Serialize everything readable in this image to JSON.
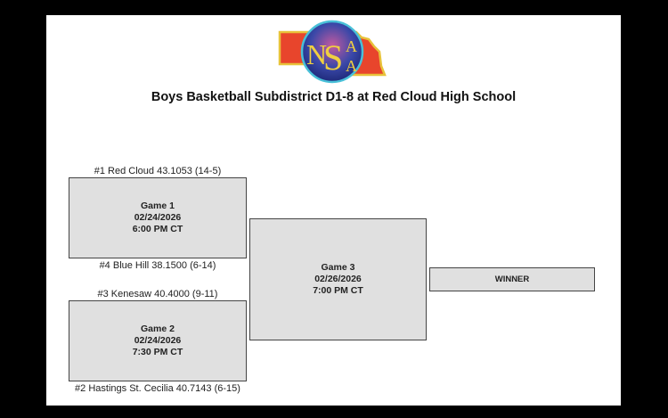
{
  "logo": {
    "text": "NSAA",
    "letters": [
      "N",
      "S",
      "A",
      "A"
    ],
    "colors": {
      "state": "#e8452c",
      "state_border": "#e8c23a",
      "circle": "#2e3a8c",
      "letters": "#f0d040"
    }
  },
  "title": "Boys Basketball Subdistrict D1-8 at Red Cloud High School",
  "games": [
    {
      "name": "Game 1",
      "date": "02/24/2026",
      "time": "6:00 PM CT",
      "top_team": "#1 Red Cloud 43.1053 (14-5)",
      "bottom_team": "#4 Blue Hill 38.1500 (6-14)"
    },
    {
      "name": "Game 2",
      "date": "02/24/2026",
      "time": "7:30 PM CT",
      "top_team": "#3 Kenesaw 40.4000 (9-11)",
      "bottom_team": "#2 Hastings St. Cecilia 40.7143 (6-15)"
    },
    {
      "name": "Game 3",
      "date": "02/26/2026",
      "time": "7:00 PM CT"
    }
  ],
  "winner_label": "WINNER"
}
